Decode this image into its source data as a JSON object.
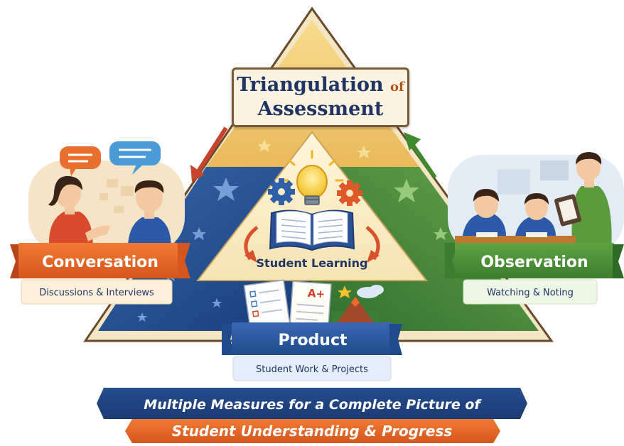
{
  "title": {
    "line1": "Triangulation",
    "of": "of",
    "line2": "Assessment"
  },
  "center": {
    "label": "Student Learning"
  },
  "conversation": {
    "label": "Conversation",
    "sub": "Discussions & Interviews"
  },
  "observation": {
    "label": "Observation",
    "sub": "Watching & Noting"
  },
  "product": {
    "label": "Product",
    "sub": "Student Work & Projects",
    "grade": "A+"
  },
  "banner": {
    "line1": "Multiple Measures for a Complete Picture of",
    "line2": "Student Understanding & Progress"
  },
  "colors": {
    "conversation": "#e2662a",
    "observation": "#4a8d39",
    "product": "#2b5aa3",
    "title_text": "#1f3566",
    "triangle_top": "#f3cf7a",
    "triangle_left": "#24508f",
    "triangle_right": "#4d8f3b"
  }
}
